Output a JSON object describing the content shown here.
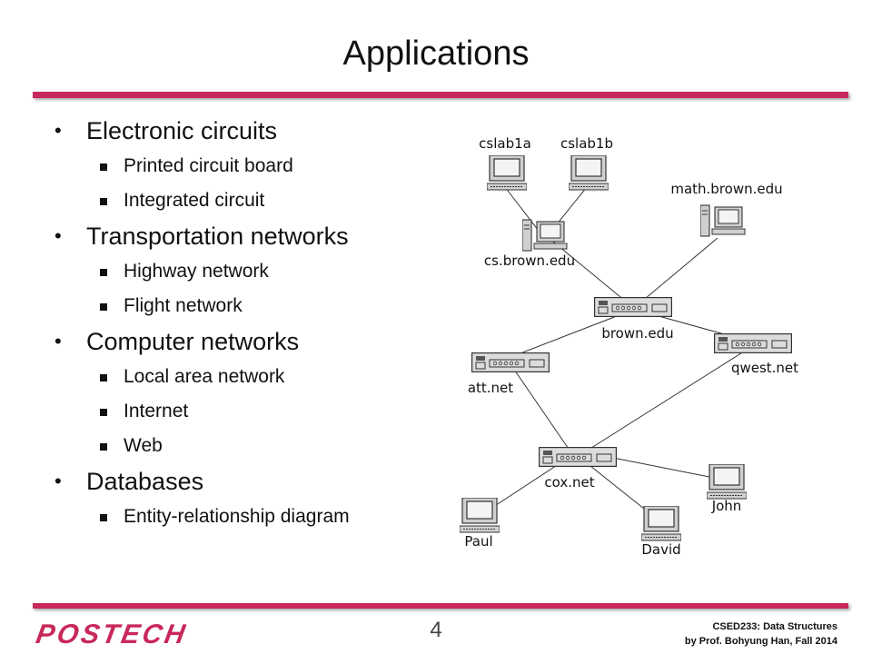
{
  "title": "Applications",
  "bullets": [
    {
      "label": "Electronic circuits",
      "subs": [
        "Printed circuit board",
        "Integrated circuit"
      ]
    },
    {
      "label": "Transportation networks",
      "subs": [
        "Highway network",
        "Flight network"
      ]
    },
    {
      "label": "Computer networks",
      "subs": [
        "Local area network",
        "Internet",
        "Web"
      ]
    },
    {
      "label": "Databases",
      "subs": [
        "Entity-relationship diagram"
      ]
    }
  ],
  "network": {
    "nodes": {
      "cslab1a": "cslab1a",
      "cslab1b": "cslab1b",
      "math": "math.brown.edu",
      "cs": "cs.brown.edu",
      "brown": "brown.edu",
      "att": "att.net",
      "qwest": "qwest.net",
      "cox": "cox.net",
      "paul": "Paul",
      "david": "David",
      "john": "John"
    }
  },
  "footer": {
    "logo": "POSTECH",
    "page": "4",
    "course": "CSED233: Data Structures",
    "author": "by Prof. Bohyung Han, Fall 2014"
  },
  "colors": {
    "accent": "#c8285a"
  }
}
